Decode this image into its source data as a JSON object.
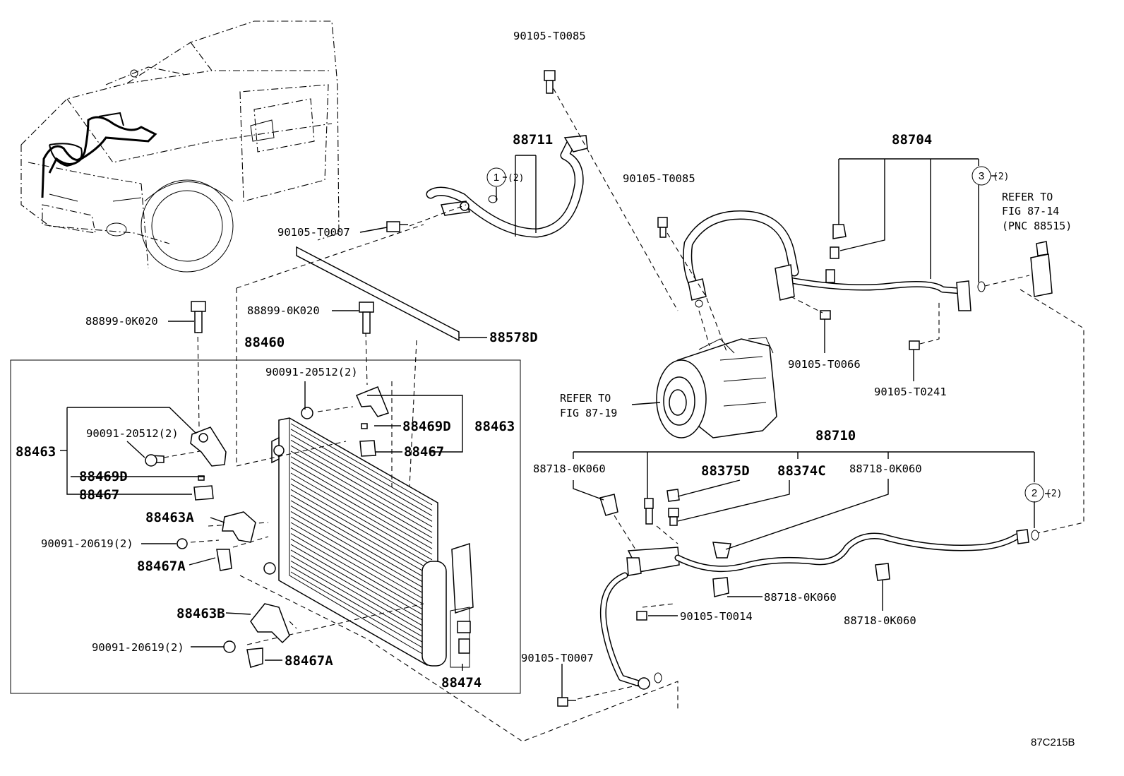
{
  "diagram": {
    "code": "87C215B",
    "labels": {
      "p90105_T0085_top": "90105-T0085",
      "p88711": "88711",
      "c1_qty": "(2)",
      "p90105_T0007_top": "90105-T0007",
      "p88899_left": "88899-0K020",
      "p88899_mid": "88899-0K020",
      "p88578D": "88578D",
      "p88460": "88460",
      "p90091_20512_right": "90091-20512(2)",
      "p88469D_right": "88469D",
      "p88463_right": "88463",
      "p88467_right": "88467",
      "p88463_left": "88463",
      "p90091_20512_left": "90091-20512(2)",
      "p88469D_left": "88469D",
      "p88467_left": "88467",
      "p88463A": "88463A",
      "p90091_20619_a": "90091-20619(2)",
      "p88467A_a": "88467A",
      "p88463B": "88463B",
      "p90091_20619_b": "90091-20619(2)",
      "p88467A_b": "88467A",
      "p88474": "88474",
      "p90105_T0085_mid": "90105-T0085",
      "p88704": "88704",
      "c3_qty": "(2)",
      "refer_to": "REFER TO",
      "fig_87_14": "FIG 87-14",
      "pnc_88515": "(PNC 88515)",
      "p90105_T0066": "90105-T0066",
      "p90105_T0241": "90105-T0241",
      "refer_to_2": "REFER TO",
      "fig_87_19": "FIG 87-19",
      "p88710": "88710",
      "p88718_a": "88718-0K060",
      "p88375D": "88375D",
      "p88374C": "88374C",
      "p88718_b": "88718-0K060",
      "c2_qty": "(2)",
      "p88718_c": "88718-0K060",
      "p90105_T0014": "90105-T0014",
      "p88718_d": "88718-0K060",
      "p90105_T0007_bot": "90105-T0007"
    },
    "callouts": {
      "c1": "1",
      "c2": "2",
      "c3": "3"
    }
  }
}
